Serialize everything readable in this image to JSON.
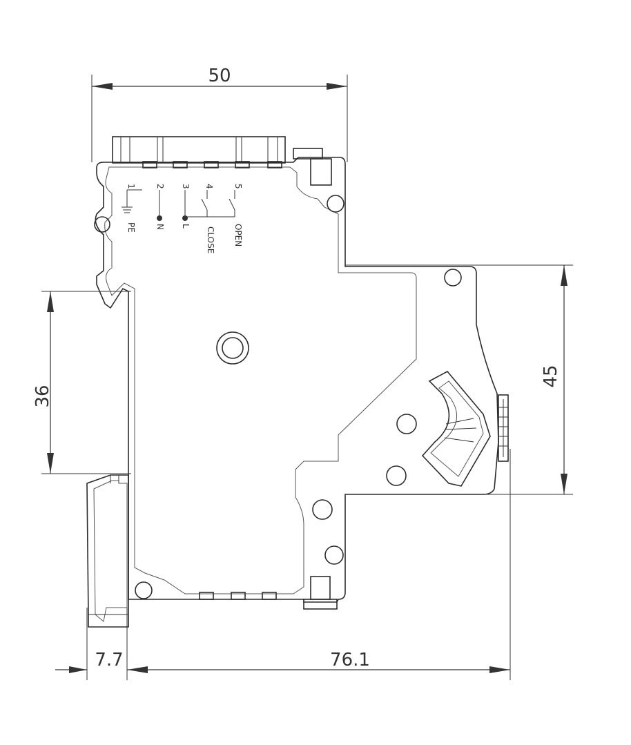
{
  "dimensions": {
    "top_width": "50",
    "left_height": "36",
    "right_height": "45",
    "bottom_left": "7.7",
    "bottom_total": "76.1"
  },
  "terminals": {
    "t1": "1",
    "t2": "2",
    "t3": "3",
    "t4": "4",
    "t5": "5",
    "pe": "PE",
    "n": "N",
    "l": "L",
    "close": "CLOSE",
    "open": "OPEN"
  }
}
